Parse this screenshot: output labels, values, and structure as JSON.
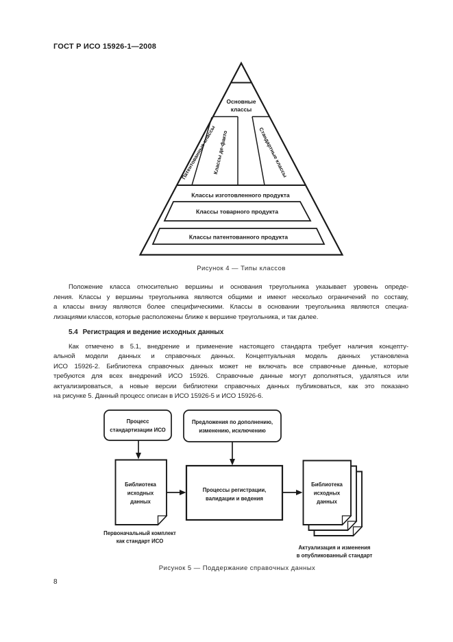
{
  "header": {
    "doc_code": "ГОСТ Р ИСО 15926-1—2008"
  },
  "colors": {
    "ink": "#1a1a1a",
    "paper": "#ffffff"
  },
  "figure4": {
    "caption": "Рисунок 4 — Типы классов",
    "core_line1": "Основные",
    "core_line2": "классы",
    "band_proprietary": "Патентованные классы",
    "band_de_facto": "Классы де-факто",
    "band_standard": "Стандартные классы",
    "band_manufactured": "Классы изготовленного продукта",
    "band_commodity": "Классы товарного продукта",
    "band_proprietary_product": "Классы патентованного продукта"
  },
  "body": {
    "p1_lines": [
      "Положение класса относительно вершины и основания треугольника указывает уровень опреде-",
      "ления. Классы у вершины треугольника являются общими и имеют несколько ограничений по составу,",
      "а классы внизу являются более специфическими. Классы в основании треугольника являются специа-",
      "лизациями классов, которые расположены ближе к вершине треугольника, и так далее."
    ],
    "heading_number": "5.4",
    "heading_text": "Регистрация и ведение исходных данных",
    "p2_lines": [
      "Как отмечено в 5.1, внедрение и применение настоящего стандарта требует наличия концепту-",
      "альной модели данных и справочных данных. Концептуальная модель данных установлена",
      "ИСО 15926-2. Библиотека справочных данных может не включать все справочные данные, которые",
      "требуются для всех внедрений ИСО 15926. Справочные данные могут дополняться, удаляться или",
      "актуализироваться, а новые версии библиотеки справочных данных публиковаться, как это показано",
      "на рисунке 5. Данный процесс описан в ИСО 15926-5 и ИСО 15926-6."
    ]
  },
  "figure5": {
    "caption": "Рисунок 5 — Поддержание справочных данных",
    "box_iso_process_line1": "Процесс",
    "box_iso_process_line2": "стандартизации ИСО",
    "box_proposals_line1": "Предложения по дополнению,",
    "box_proposals_line2": "изменению, исключению",
    "doc_left_line1": "Библиотека",
    "doc_left_line2": "исходных",
    "doc_left_line3": "данных",
    "box_process_line1": "Процессы регистрации,",
    "box_process_line2": "валидации и ведения",
    "doc_right_line1": "Библиотека",
    "doc_right_line2": "исходных",
    "doc_right_line3": "данных",
    "label_left_line1": "Первоначальный комплект",
    "label_left_line2": "как стандарт ИСО",
    "label_right_line1": "Актуализация и изменения",
    "label_right_line2": "в опубликованный стандарт"
  },
  "footer": {
    "page_number": "8"
  }
}
